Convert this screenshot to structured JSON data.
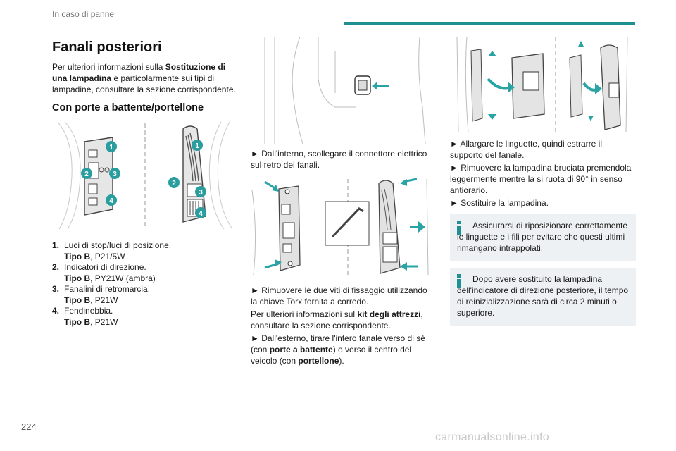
{
  "header": {
    "title": "In caso di panne"
  },
  "footer": {
    "page_number": "224",
    "watermark": "carmanualsonline.info"
  },
  "col1": {
    "title": "Fanali posteriori",
    "intro_pre": "Per ulteriori informazioni sulla ",
    "intro_bold": "Sostituzione di una lampadina",
    "intro_post": " e particolarmente sui tipi di lampadine, consultare la sezione corrispondente.",
    "subtitle": "Con porte a battente/portellone",
    "callouts": [
      "1",
      "2",
      "3",
      "4"
    ],
    "list": [
      {
        "num": "1.",
        "label": "Luci di stop/luci di posizione.",
        "type_label": "Tipo B",
        "type_value": ", P21/5W"
      },
      {
        "num": "2.",
        "label": "Indicatori di direzione.",
        "type_label": "Tipo B",
        "type_value": ", PY21W (ambra)"
      },
      {
        "num": "3.",
        "label": "Fanalini di retromarcia.",
        "type_label": "Tipo B",
        "type_value": ", P21W"
      },
      {
        "num": "4.",
        "label": "Fendinebbia.",
        "type_label": "Tipo B",
        "type_value": ", P21W"
      }
    ]
  },
  "col2": {
    "p1": "► Dall'interno, scollegare il connettore elettrico sul retro dei fanali.",
    "p2": "► Rimuovere le due viti di fissaggio utilizzando la chiave Torx fornita a corredo.",
    "p3_pre": "Per ulteriori informazioni sul ",
    "p3_bold": "kit degli attrezzi",
    "p3_post": ", consultare la sezione corrispondente.",
    "p4_pre": "► Dall'esterno, tirare l'intero fanale verso di sé (con ",
    "p4_bold1": "porte a battente",
    "p4_mid": ") o verso il centro del veicolo (con ",
    "p4_bold2": "portellone",
    "p4_post": ")."
  },
  "col3": {
    "p1": "► Allargare le linguette, quindi estrarre il supporto del fanale.",
    "p2": "► Rimuovere la lampadina bruciata premendola leggermente mentre la si ruota di 90° in senso antiorario.",
    "p3": "► Sostituire la lampadina.",
    "note1": "Assicurarsi di riposizionare correttamente le linguette e i fili per evitare che questi ultimi rimangano intrappolati.",
    "note2": "Dopo avere sostituito la lampadina dell'indicatore di direzione posteriore, il tempo di reinizializzazione sarà di circa 2 minuti o superiore."
  },
  "colors": {
    "accent": "#1f8f91",
    "callout": "#2a9d9f",
    "note_bg": "#eef1f3",
    "arrow": "#2aa3a5"
  }
}
